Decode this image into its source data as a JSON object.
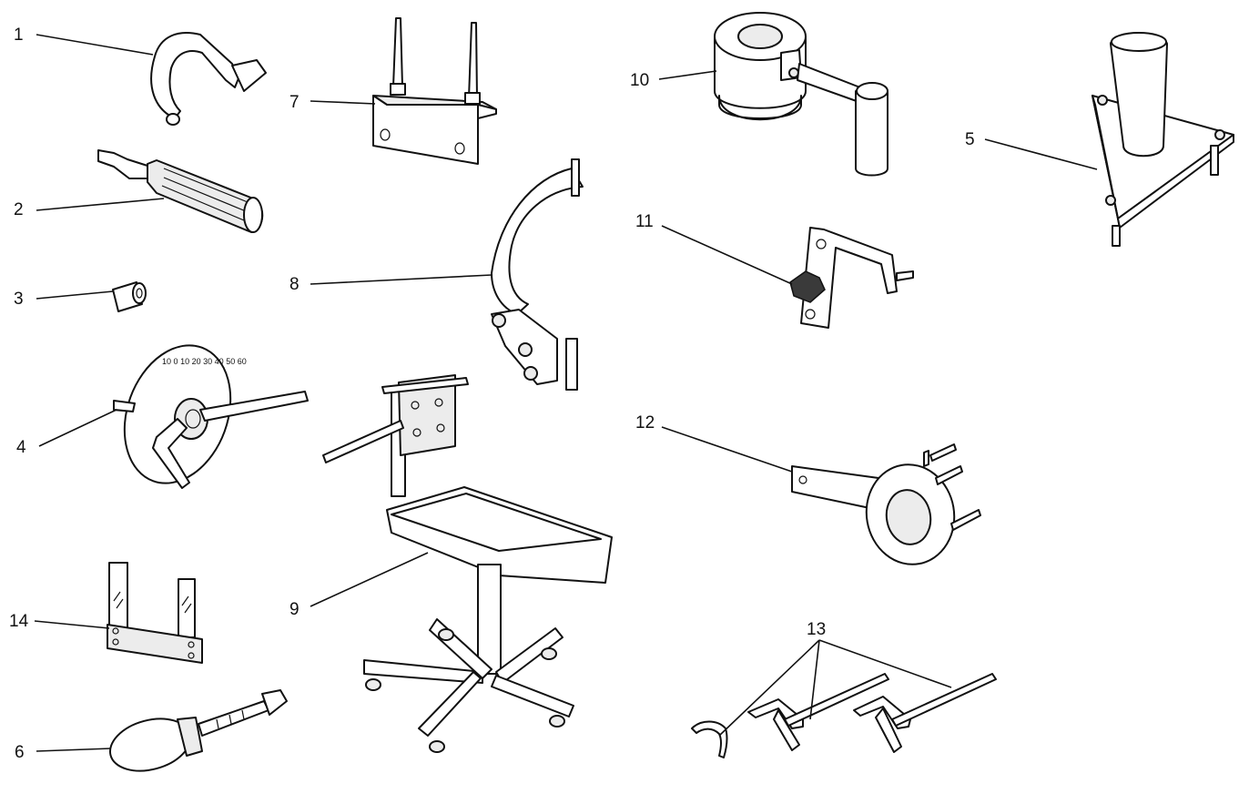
{
  "labels": {
    "l1": "1",
    "l2": "2",
    "l3": "3",
    "l4": "4",
    "l5": "5",
    "l6": "6",
    "l7": "7",
    "l8": "8",
    "l9": "9",
    "l10": "10",
    "l11": "11",
    "l12": "12",
    "l13": "13",
    "l14": "14"
  },
  "protractor_marks": [
    "10",
    "0",
    "10",
    "20",
    "30",
    "40",
    "50",
    "60"
  ]
}
